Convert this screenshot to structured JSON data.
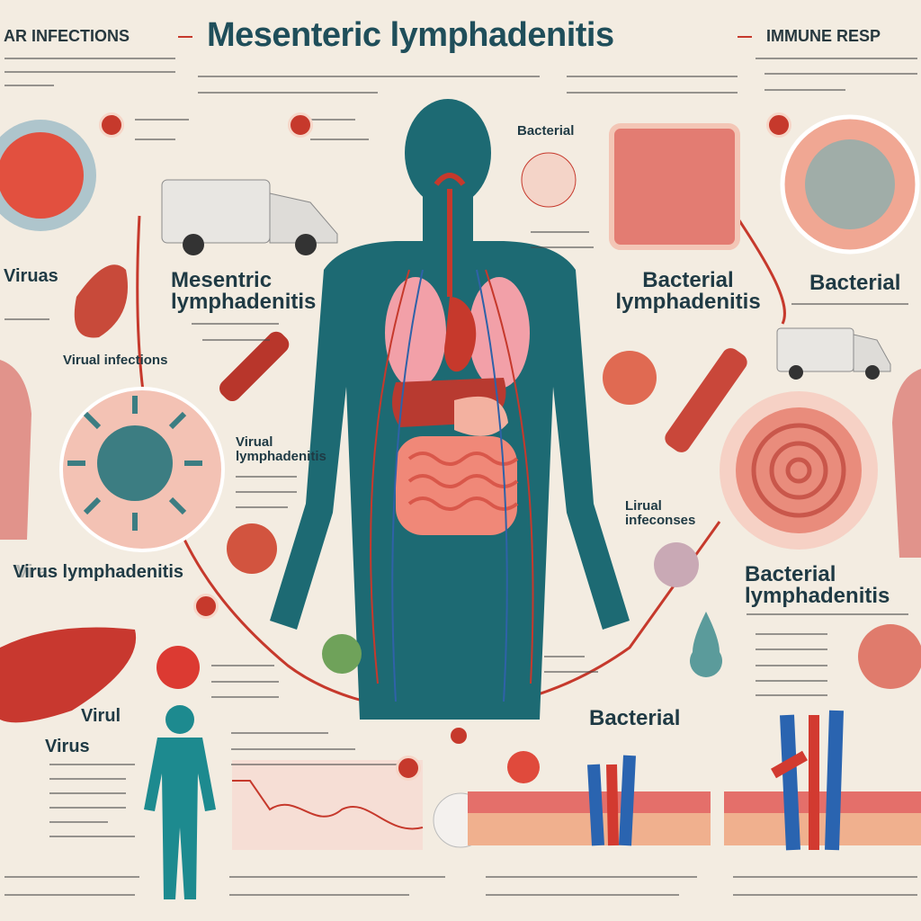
{
  "header": {
    "title": "Mesenteric lymphadenitis",
    "left": "AR INFECTIONS",
    "right": "IMMUNE RESP"
  },
  "labels": {
    "viruas": "Viruas",
    "viral_infections": "Virual infections",
    "mesentric": "Mesentric lymphadenitis",
    "bacterial_small": "Bacterial",
    "bacterial_lymph_center": "Bacterial lymphadenitis",
    "bacterial_right": "Bacterial",
    "virual_lymph": "Virual lymphadenitis",
    "virus_lymph": "Virus lymphadenitis",
    "virus_faded": "Vi  as",
    "lirual_infections": "Lirual infeconses",
    "bacterial_lymph_right": "Bacterial lymphadenitis",
    "virul": "Virul",
    "virus": "Virus",
    "bacterial_bottom": "Bacterial"
  },
  "colors": {
    "accent": "#c6392c",
    "silhouette": "#1d6a73",
    "title": "#1f4e5a",
    "background": "#f3ece1"
  },
  "icons": [
    "virus-icon",
    "bacteria-icon",
    "human-silhouette-icon",
    "van-icon",
    "test-tube-icon",
    "liver-icon",
    "intestine-icon",
    "blood-vessel-icon",
    "droplet-icon"
  ]
}
